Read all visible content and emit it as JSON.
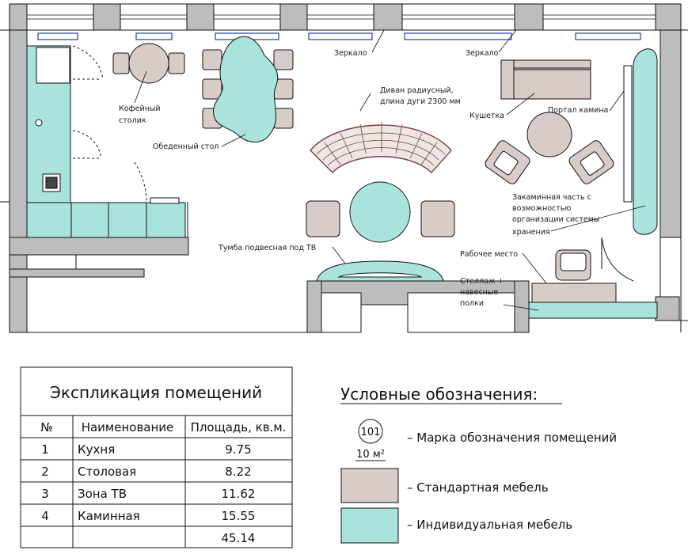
{
  "colors": {
    "wall": "#bdbdbd",
    "standard_furniture": "#d8ccc8",
    "custom_furniture": "#a8e4dc",
    "sofa": "#7a3e3e",
    "line": "#111111"
  },
  "plan_labels": {
    "mirror_left": "Зеркало",
    "mirror_right": "Зеркало",
    "coffee_table_1": "Кофейный",
    "coffee_table_2": "столик",
    "dining_table": "Обеденный стол",
    "sofa_1": "Диван радиусный,",
    "sofa_2": "длина дуги 2300 мм",
    "couch": "Кушетка",
    "fireplace_portal": "Портал камина",
    "fireplace_1": "Закаминная часть с",
    "fireplace_2": "возможностью",
    "fireplace_3": "организации системы",
    "fireplace_4": "хранения",
    "tv_stand": "Тумба подвесная под ТВ",
    "workplace": "Рабочее место",
    "shelf_1": "Стеллаж +",
    "shelf_2": "навесные",
    "shelf_3": "полки"
  },
  "explication": {
    "title": "Экспликация помещений",
    "headers": [
      "№",
      "Наименование",
      "Площадь, кв.м."
    ],
    "rows": [
      {
        "num": "1",
        "name": "Кухня",
        "area": "9.75"
      },
      {
        "num": "2",
        "name": "Столовая",
        "area": "8.22"
      },
      {
        "num": "3",
        "name": "Зона ТВ",
        "area": "11.62"
      },
      {
        "num": "4",
        "name": "Каминная",
        "area": "15.55"
      }
    ],
    "total": "45.14"
  },
  "legend": {
    "title": "Условные обозначения:",
    "mark_number": "101",
    "mark_area": "10 м²",
    "mark_desc": "– Марка обозначения помещений",
    "standard_desc": "– Стандартная мебель",
    "custom_desc": "– Индивидуальная мебель"
  }
}
